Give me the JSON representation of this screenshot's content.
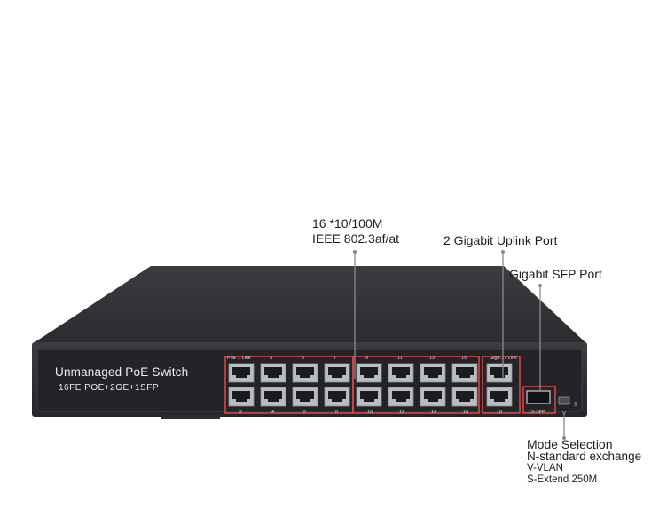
{
  "callouts": {
    "fe_ports_line1": "16 *10/100M",
    "fe_ports_line2": "IEEE 802.3af/at",
    "uplink": "2 Gigabit Uplink Port",
    "sfp": "Gigabit SFP Port",
    "mode_title": "Mode Selection",
    "mode_n": "N-standard exchange",
    "mode_v": "V-VLAN",
    "mode_s": "S-Extend 250M"
  },
  "front_panel": {
    "title": "Unmanaged  PoE Switch",
    "subtitle": "16FE POE+2GE+1SFP",
    "top_port_labels": [
      "PoE 1 Link",
      "3",
      "5",
      "7",
      "9",
      "11",
      "13",
      "15"
    ],
    "bottom_port_labels": [
      "2",
      "4",
      "6",
      "8",
      "10",
      "12",
      "14",
      "16"
    ],
    "gigabit_top_label": "Giga 17 Link",
    "gigabit_bottom_label": "18",
    "sfp_label": "19-SFP",
    "switch_marks": [
      "S",
      "V"
    ]
  },
  "colors": {
    "chassis": "#2b2d30",
    "panel": "#1f2124",
    "port_outline": "#e24848",
    "callout_line": "#8a8a8a"
  }
}
